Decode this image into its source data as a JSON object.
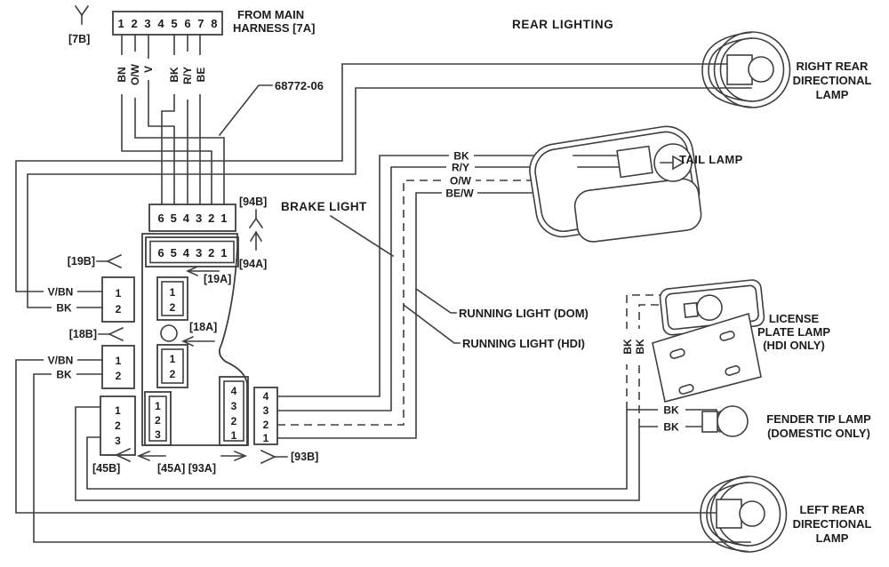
{
  "diagram": {
    "title": "REAR LIGHTING",
    "part_number": "68772-06",
    "harness": {
      "from_main_line1": "FROM MAIN",
      "from_main_line2": "HARNESS [7A]",
      "connector_label": "[7B]",
      "pin_row": "1 2 3 4 5 6 7 8",
      "wire_bn": "BN",
      "wire_ow": "O/W",
      "wire_v": "V",
      "wire_bk": "BK",
      "wire_ry": "R/Y",
      "wire_be": "BE"
    },
    "connectors": {
      "c94b_label": "[94B]",
      "c94b_pins": "6 5 4 3 2 1",
      "c94a_label": "[94A]",
      "c94a_pins": "6 5 4 3 2 1",
      "c19a_label": "[19A]",
      "c19b_label": "[19B]",
      "c18a_label": "[18A]",
      "c18b_label": "[18B]",
      "c45b_label": "[45B]",
      "c45a_93a_label": "[45A] [93A]",
      "c93b_label": "[93B]",
      "pins_12": [
        "1",
        "2"
      ],
      "pins_123": [
        "1",
        "2",
        "3"
      ],
      "pins_4321": [
        "4",
        "3",
        "2",
        "1"
      ]
    },
    "wire_labels": {
      "vbn": "V/BN",
      "bk": "BK",
      "tail_bk": "BK",
      "tail_ry": "R/Y",
      "tail_ow": "O/W",
      "tail_bew": "BE/W",
      "license_bk1": "BK",
      "license_bk2": "BK",
      "fender_bk1": "BK",
      "fender_bk2": "BK"
    },
    "annotations": {
      "brake_light": "BRAKE LIGHT",
      "running_dom": "RUNNING LIGHT (DOM)",
      "running_hdi": "RUNNING LIGHT (HDI)"
    },
    "lamps": {
      "right_rear": {
        "l1": "RIGHT REAR",
        "l2": "DIRECTIONAL",
        "l3": "LAMP"
      },
      "tail_label": "TAIL LAMP",
      "license": {
        "l1": "LICENSE",
        "l2": "PLATE LAMP",
        "l3": "(HDI ONLY)"
      },
      "fender": {
        "l1": "FENDER TIP LAMP",
        "l2": "(DOMESTIC ONLY)"
      },
      "left_rear": {
        "l1": "LEFT REAR",
        "l2": "DIRECTIONAL",
        "l3": "LAMP"
      }
    }
  }
}
